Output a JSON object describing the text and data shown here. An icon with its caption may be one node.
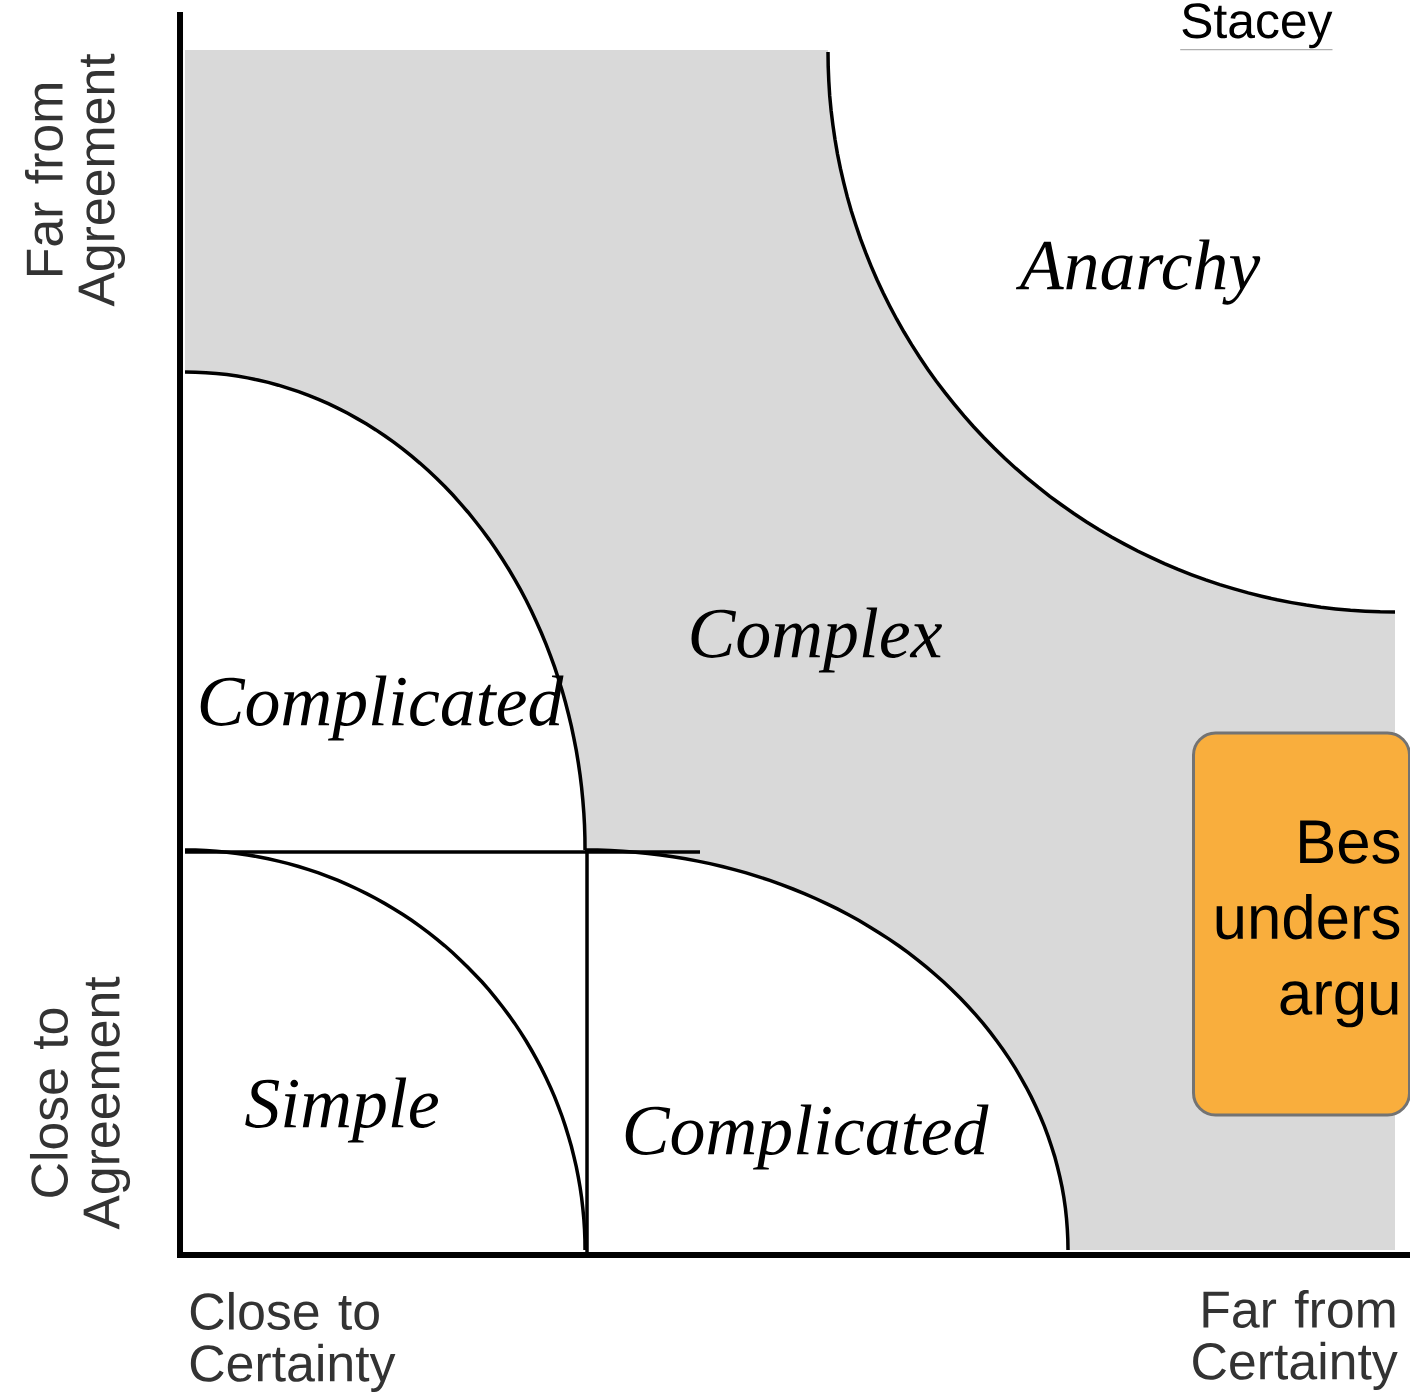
{
  "diagram": {
    "title": "Stacey",
    "nodes": [
      {
        "text": [
          "Bes unders argu"
        ]
      }
    ],
    "labels": [
      "Far from Agreement",
      "Anarchy",
      "Complex",
      "Complicated",
      "Close to Agreement",
      "Simple",
      "Complicated",
      "Close to Certainty",
      "Far from Certainty"
    ]
  }
}
